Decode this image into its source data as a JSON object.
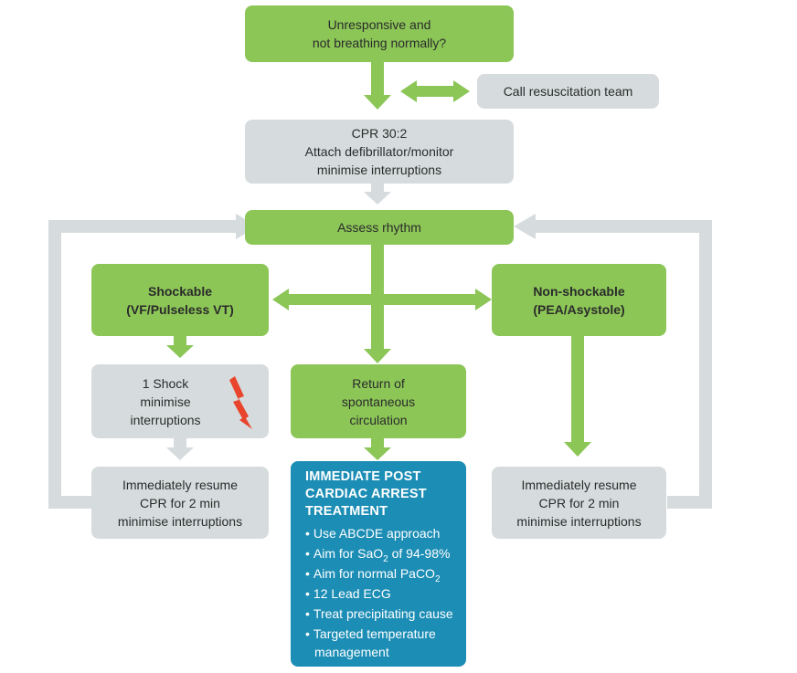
{
  "nodes": {
    "unresponsive": [
      "Unresponsive and",
      "not breathing normally?"
    ],
    "call_team": "Call resuscitation team",
    "cpr": [
      "CPR 30:2",
      "Attach defibrillator/monitor",
      "minimise interruptions"
    ],
    "assess": "Assess rhythm",
    "shockable": [
      "Shockable",
      "(VF/Pulseless VT)"
    ],
    "non_shockable": [
      "Non-shockable",
      "(PEA/Asystole)"
    ],
    "shock": [
      "1 Shock",
      "minimise",
      "interruptions"
    ],
    "rosc": [
      "Return of",
      "spontaneous",
      "circulation"
    ],
    "resume_left": [
      "Immediately resume",
      "CPR for 2 min",
      "minimise interruptions"
    ],
    "resume_right": [
      "Immediately resume",
      "CPR for 2 min",
      "minimise interruptions"
    ]
  },
  "post_arrest": {
    "title": [
      "IMMEDIATE POST",
      "CARDIAC ARREST",
      "TREATMENT"
    ],
    "items": [
      {
        "text": "Use ABCDE approach"
      },
      {
        "text": "Aim for SaO",
        "sub": "2",
        "after": " of 94-98%"
      },
      {
        "text": "Aim for normal PaCO",
        "sub": "2",
        "after": ""
      },
      {
        "text": "12 Lead ECG"
      },
      {
        "text": "Treat precipitating cause"
      },
      {
        "text": "Targeted temperature management"
      }
    ]
  },
  "icons": {
    "shock": "lightning-bolt-icon"
  },
  "colors": {
    "green": "#8cc657",
    "grey": "#d6dcdd",
    "blue": "#1c8db5",
    "arrow_grey": "#d6dcdd",
    "bolt": "#e8452c"
  }
}
